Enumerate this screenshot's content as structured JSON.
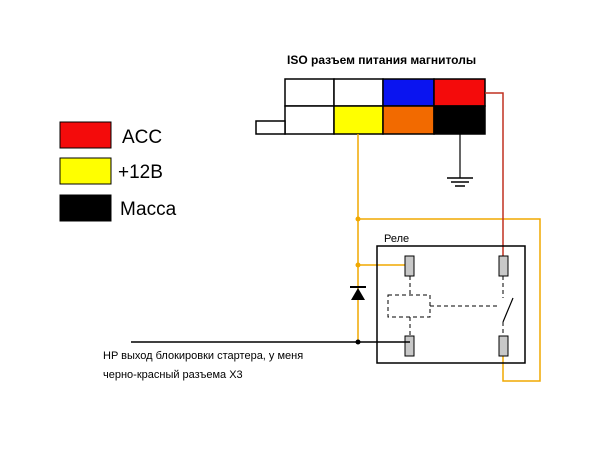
{
  "connector": {
    "title": "ISO разъем питания магнитолы",
    "top_row_colors": [
      "#ffffff",
      "#ffffff",
      "#0a14f0",
      "#f40b0b"
    ],
    "bottom_row_colors": [
      "#ffffff",
      "#ffff00",
      "#f26a00",
      "#000000"
    ]
  },
  "legend": {
    "items": [
      {
        "label": "ACC",
        "color": "#f40b0b"
      },
      {
        "label": "+12В",
        "color": "#ffff00"
      },
      {
        "label": "Масса",
        "color": "#000000"
      }
    ]
  },
  "relay": {
    "label": "Реле"
  },
  "note": {
    "line1": "HP выход блокировки стартера, у меня",
    "line2": "черно-красный разъема Х3"
  },
  "colors": {
    "wire_yellow": "#f0a800",
    "wire_red": "#c03020",
    "wire_black": "#000000"
  }
}
